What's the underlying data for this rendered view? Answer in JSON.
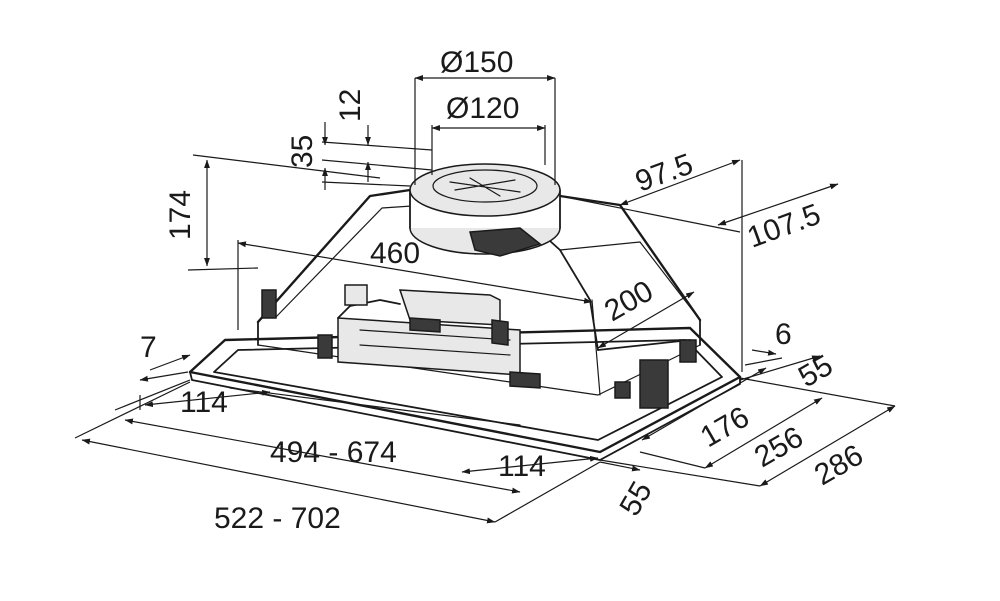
{
  "dimensions": {
    "d150": "Ø150",
    "d120": "Ø120",
    "d12": "12",
    "d35": "35",
    "d174": "174",
    "d97_5": "97.5",
    "d107_5": "107.5",
    "d460": "460",
    "d200": "200",
    "d7": "7",
    "d6": "6",
    "d55_top": "55",
    "d114_left": "114",
    "d494_674": "494 - 674",
    "d114_bottom": "114",
    "d176": "176",
    "d256": "256",
    "d286": "286",
    "d522_702": "522 - 702",
    "d55_bottom": "55"
  }
}
